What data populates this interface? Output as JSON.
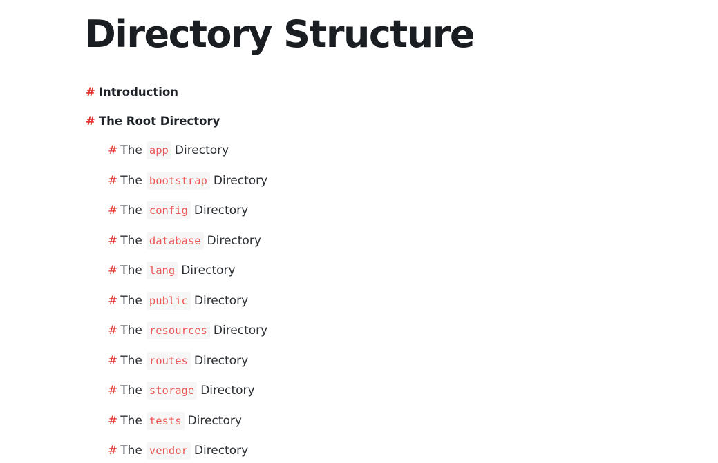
{
  "page": {
    "title": "Directory Structure"
  },
  "toc": {
    "hash_symbol": "#",
    "top_level": [
      {
        "label": "Introduction"
      },
      {
        "label": "The Root Directory"
      }
    ],
    "sub_items": [
      {
        "prefix": "The",
        "code": "app",
        "suffix": "Directory"
      },
      {
        "prefix": "The",
        "code": "bootstrap",
        "suffix": "Directory"
      },
      {
        "prefix": "The",
        "code": "config",
        "suffix": "Directory"
      },
      {
        "prefix": "The",
        "code": "database",
        "suffix": "Directory"
      },
      {
        "prefix": "The",
        "code": "lang",
        "suffix": "Directory"
      },
      {
        "prefix": "The",
        "code": "public",
        "suffix": "Directory"
      },
      {
        "prefix": "The",
        "code": "resources",
        "suffix": "Directory"
      },
      {
        "prefix": "The",
        "code": "routes",
        "suffix": "Directory"
      },
      {
        "prefix": "The",
        "code": "storage",
        "suffix": "Directory"
      },
      {
        "prefix": "The",
        "code": "tests",
        "suffix": "Directory"
      },
      {
        "prefix": "The",
        "code": "vendor",
        "suffix": "Directory"
      }
    ]
  },
  "colors": {
    "accent": "#e3342f",
    "code_text": "#eb5757",
    "code_bg": "#f6f6f7",
    "heading": "#1a1d21"
  }
}
